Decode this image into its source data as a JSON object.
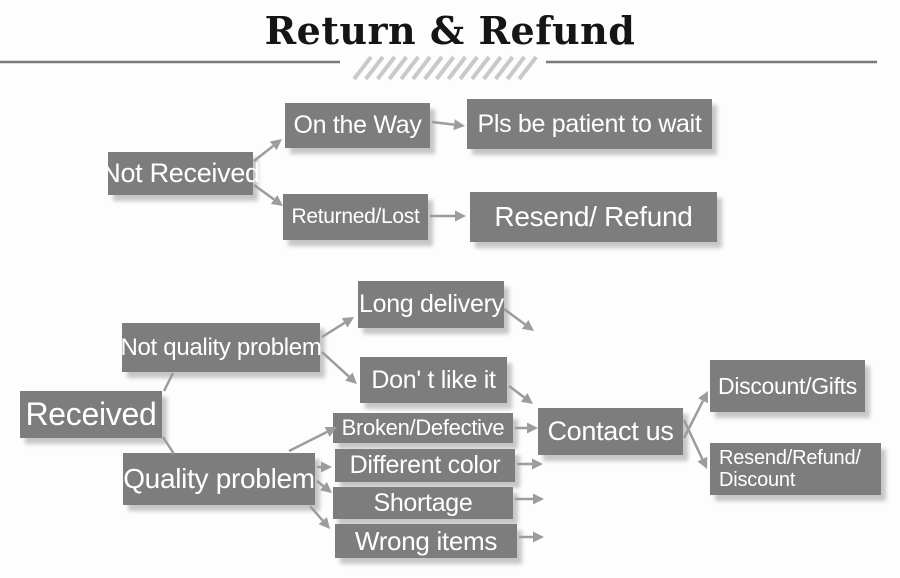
{
  "title": "Return & Refund",
  "flow": {
    "top": {
      "not_received": "Not Received",
      "on_the_way": "On the Way",
      "pls_wait": "Pls be patient to wait",
      "returned_lost": "Returned/Lost",
      "resend_refund": "Resend/ Refund"
    },
    "bottom": {
      "received": "Received",
      "not_quality_problem": "Not quality problem",
      "long_delivery": "Long delivery",
      "dont_like_it": "Don' t like it",
      "quality_problem": "Quality problem",
      "broken_defective": "Broken/Defective",
      "different_color": "Different color",
      "shortage": "Shortage",
      "wrong_items": "Wrong items",
      "contact_us": "Contact us",
      "discount_gifts": "Discount/Gifts",
      "resend_refund_discount_line1": "Resend/Refund/",
      "resend_refund_discount_line2": "Discount"
    }
  },
  "colors": {
    "node_fill": "#7d7d7d",
    "node_text": "#ffffff",
    "arrow": "#9c9c9c",
    "title_text": "#151515",
    "rule_line": "#7a7a7a",
    "hatch": "#c9c9c9",
    "background": "#fdfdfd"
  }
}
